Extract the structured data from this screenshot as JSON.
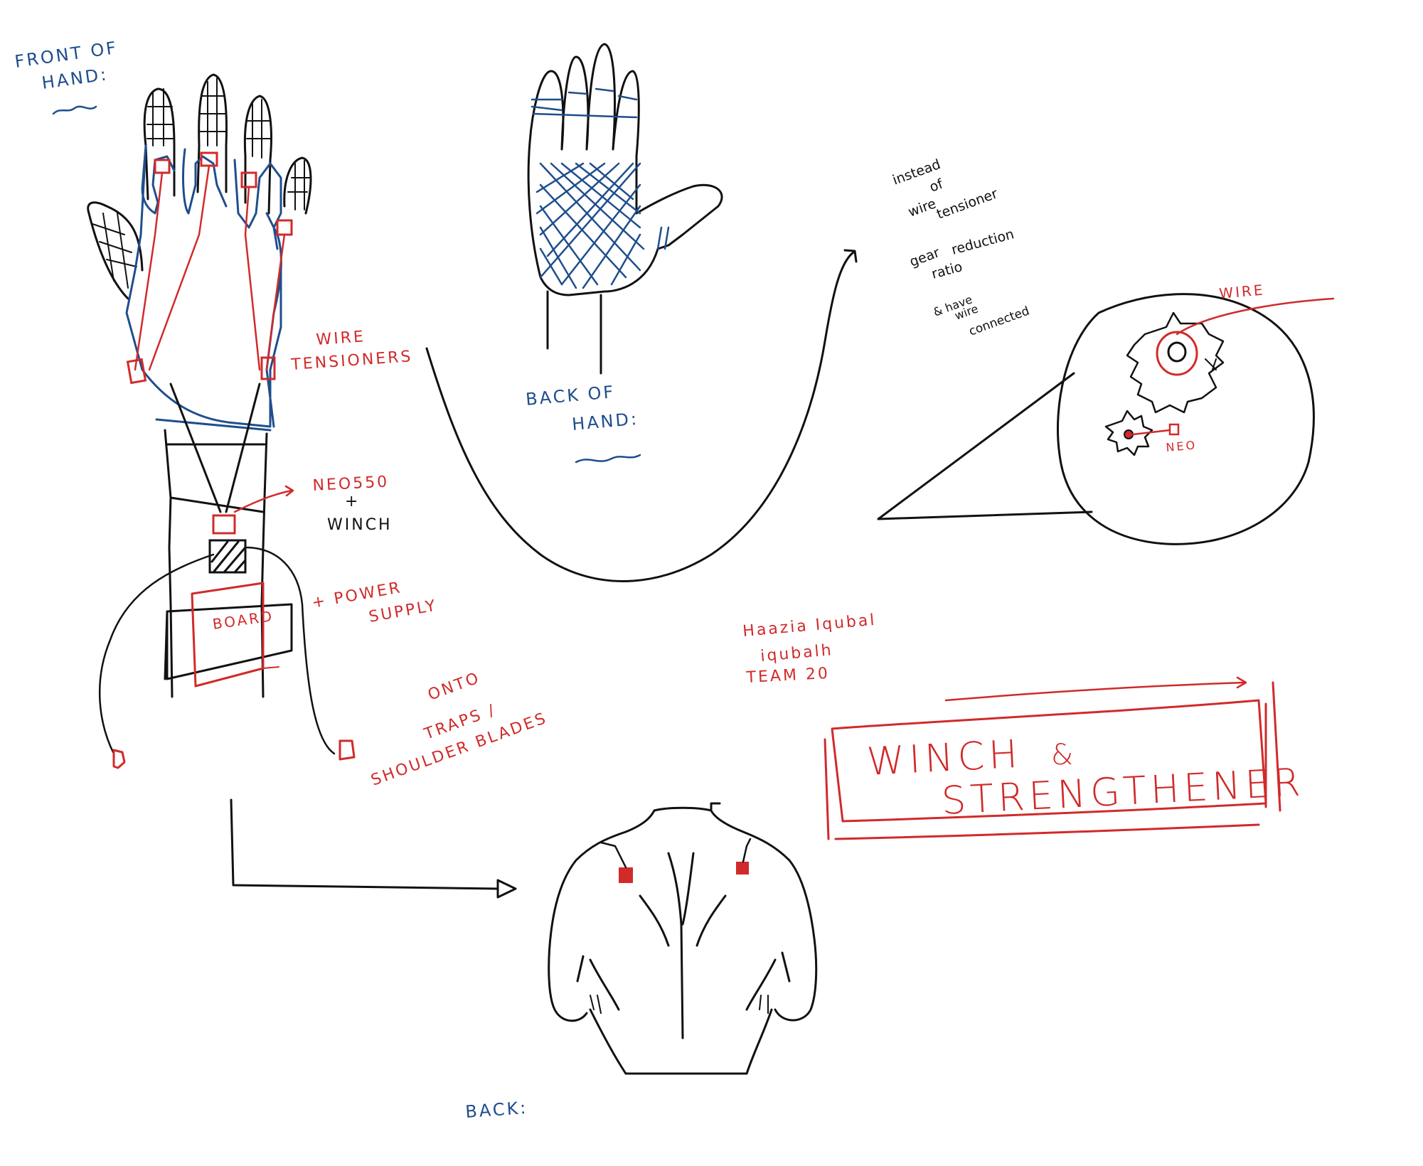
{
  "colors": {
    "blue": "#1f4e8c",
    "red": "#d12a2a",
    "black": "#111111"
  },
  "labels": {
    "front_line1": "FRONT OF",
    "front_line2": "HAND:",
    "back_hand_line1": "BACK OF",
    "back_hand_line2": "HAND:",
    "wire_tensioners_1": "WIRE",
    "wire_tensioners_2": "TENSIONERS",
    "neo_1": "NEO550",
    "neo_plus": "+",
    "winch": "WINCH",
    "board": "BOARD",
    "power_1": "+ POWER",
    "power_2": "SUPPLY",
    "onto_1": "ONTO",
    "onto_2": "TRAPS /",
    "onto_3": "SHOULDER BLADES",
    "note_1": "instead",
    "note_2": "of",
    "note_3": "wire",
    "note_4": "tensioner",
    "note_5": "gear",
    "note_6": "reduction",
    "note_7": "ratio",
    "note_8": "& have",
    "note_9": "wire",
    "note_10": "connected",
    "wire": "WIRE",
    "neo_small": "NEO",
    "author_1": "Haazia Iqubal",
    "author_2": "iqubalh",
    "author_3": "TEAM 20",
    "title_1": "WINCH",
    "title_amp": "&",
    "title_2": "STRENGTHENER",
    "back": "BACK:"
  }
}
